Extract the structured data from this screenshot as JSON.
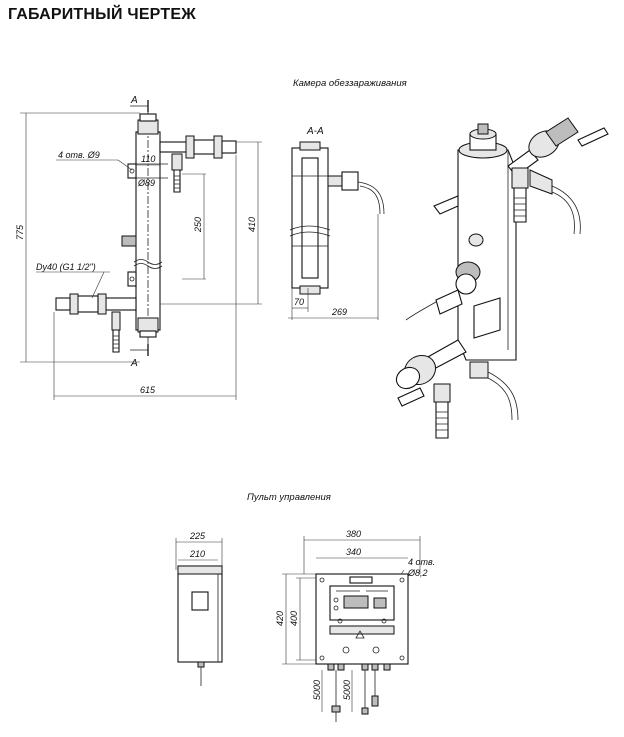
{
  "title": "ГАБАРИТНЫЙ ЧЕРТЕЖ",
  "chamber": {
    "caption": "Камера обеззараживания",
    "section_mark": "А",
    "section_label": "А-А",
    "holes_label": "4 отв. Ø9",
    "pipe_diam_label": "Ø89",
    "dim_110": "110",
    "dim_250": "250",
    "dim_410": "410",
    "dim_775": "775",
    "dim_615": "615",
    "dim_70": "70",
    "dim_269": "269",
    "connection_label": "Dy40 (G1 1/2\")"
  },
  "panel": {
    "caption": "Пульт управления",
    "dim_225": "225",
    "dim_210": "210",
    "dim_380": "380",
    "dim_340": "340",
    "dim_420": "420",
    "dim_400": "400",
    "holes_label": "4 отв.",
    "holes_diam": "Ø8,2",
    "cable_1": "5000",
    "cable_2": "5000"
  }
}
